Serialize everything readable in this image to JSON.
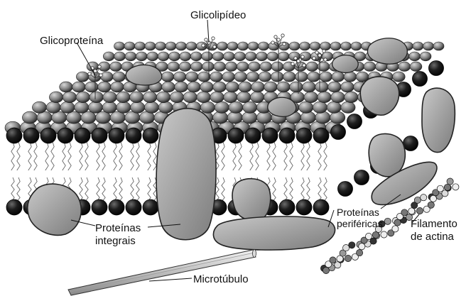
{
  "diagram": {
    "labels": {
      "glicolipideo": "Glicolipídeo",
      "glicoproteina": "Glicoproteína",
      "proteinas_integrais_1": "Proteínas",
      "proteinas_integrais_2": "integrais",
      "proteinas_perifericas_1": "Proteínas",
      "proteinas_perifericas_2": "periféricas",
      "filamento_1": "Filamento",
      "filamento_2": "de actina",
      "microtubulo": "Microtúbulo"
    },
    "colors": {
      "head_dark": "#1c1c1c",
      "head_top": "#7a7a7a",
      "protein": "#a8a8a8",
      "tail": "#555555",
      "background": "#ffffff"
    }
  }
}
